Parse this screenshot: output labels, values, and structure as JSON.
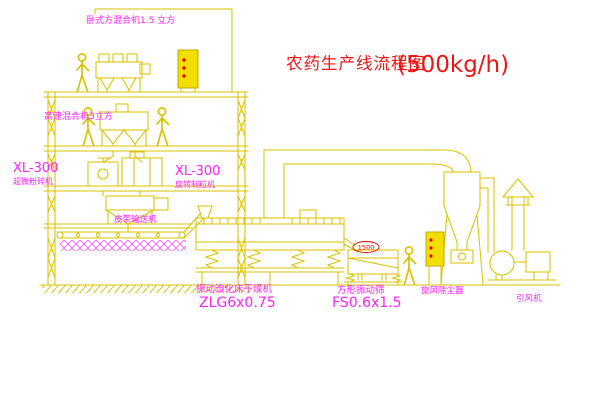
{
  "title": {
    "text": "农药生产线流程图",
    "capacity": "(500kg/h)"
  },
  "equipment_labels": {
    "top_mixer": "卧式方混合机1.5 立方",
    "high_speed_mixer": "高速混合机3立方",
    "mill_model": "XL-300",
    "mill_name": "超微粉碎机",
    "granulator_model": "XL-300",
    "granulator_name": "旋转制粒机",
    "belt_conveyor": "皮带输送机",
    "fluid_bed_dryer": "振动流化床干燥机",
    "fluid_bed_dryer_model": "ZLG6x0.75",
    "square_sieve": "方形振动筛",
    "square_sieve_model": "FS0.6x1.5",
    "cyclone": "旋风除尘器",
    "induced_draft_fan": "引风机",
    "dimension_note": "1500"
  },
  "colors": {
    "line_yellow": "#d9c300",
    "cabinet_fill": "#f2df00",
    "label_magenta": "#ff22ff",
    "title_red": "#ee1515",
    "annotation_red": "#e80000",
    "hatch_magenta": "#ff5cff",
    "background": "#ffffff"
  }
}
